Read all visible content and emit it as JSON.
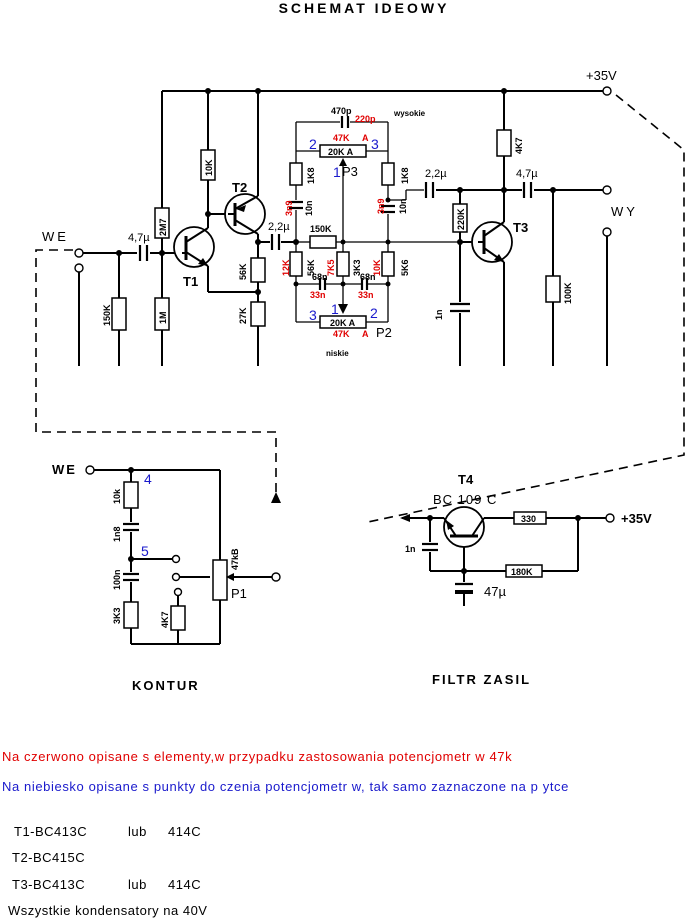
{
  "title": "SCHEMAT IDEOWY",
  "supply": "+35V",
  "labels": {
    "we": "WE",
    "wy": "WY",
    "t1": "T1",
    "t2": "T2",
    "t3": "T3",
    "t4": "T4",
    "p1": "P1",
    "p2": "P2",
    "p3": "P3",
    "wysokie": "wysokie",
    "niskie": "niskie",
    "kontur": "KONTUR",
    "filtr": "FILTR ZASIL",
    "t4_type": "BC 109 C"
  },
  "components": {
    "c_in": "4,7µ",
    "r_2m7": "2M7",
    "r_150k": "150K",
    "r_1m": "1M",
    "r_10k": "10K",
    "r_56k_t2": "56K",
    "r_27k": "27K",
    "c_2_2a": "2,2µ",
    "r_150k_mid": "150K",
    "c_3n9a": "3n9",
    "c_10n_a": "10n",
    "r_1k8a": "1K8",
    "c_470p": "470p",
    "c_220p": "220p",
    "r_47k_a": "47K",
    "a": "A",
    "r_20k_a": "20K A",
    "r_1k8b": "1K8",
    "c_3n9b": "3n9",
    "c_10n_b": "10n",
    "r_12k": "12K",
    "r_56k_mid": "56K",
    "r_7k5": "7K5",
    "r_3k3": "3K3",
    "r_10k_red": "10K",
    "r_5k6": "5K6",
    "c_68n_a": "68n",
    "c_68n_b": "68n",
    "c_33n_a": "33n",
    "c_33n_b": "33n",
    "r_20k_b": "20K A",
    "r_47k_b": "47K",
    "b": "A",
    "c_2_2b": "2,2µ",
    "r_220k": "220K",
    "r_4k7": "4K7",
    "c_4_7out": "4,7µ",
    "c_1n": "1n",
    "r_100k": "100K",
    "k_10k": "10k",
    "k_1n8": "1n8",
    "k_100n": "100n",
    "k_3k3": "3K3",
    "k_4k7": "4K7",
    "k_47kb": "47kB",
    "f_1n": "1n",
    "f_330": "330",
    "f_180k": "180K",
    "f_47u": "47µ"
  },
  "pins": {
    "p3_1": "1",
    "p3_2": "2",
    "p3_3": "3",
    "p2_1": "1",
    "p2_2": "2",
    "p2_3": "3",
    "k_4": "4",
    "k_5": "5"
  },
  "notes": {
    "red": "Na czerwono opisane s  elementy,w przypadku zastosowania potencjometr  w 47k",
    "blue": "Na niebiesko opisane s  punkty do   czenia potencjometr  w, tak samo zaznaczone na p ytce"
  },
  "parts": {
    "t1": "T1-BC413C",
    "t1_alt": "lub",
    "t1_alt_type": "414C",
    "t2": "T2-BC415C",
    "t3": "T3-BC413C",
    "t3_alt": "lub",
    "t3_alt_type": "414C",
    "caps": "Wszystkie kondensatory na 40V"
  }
}
